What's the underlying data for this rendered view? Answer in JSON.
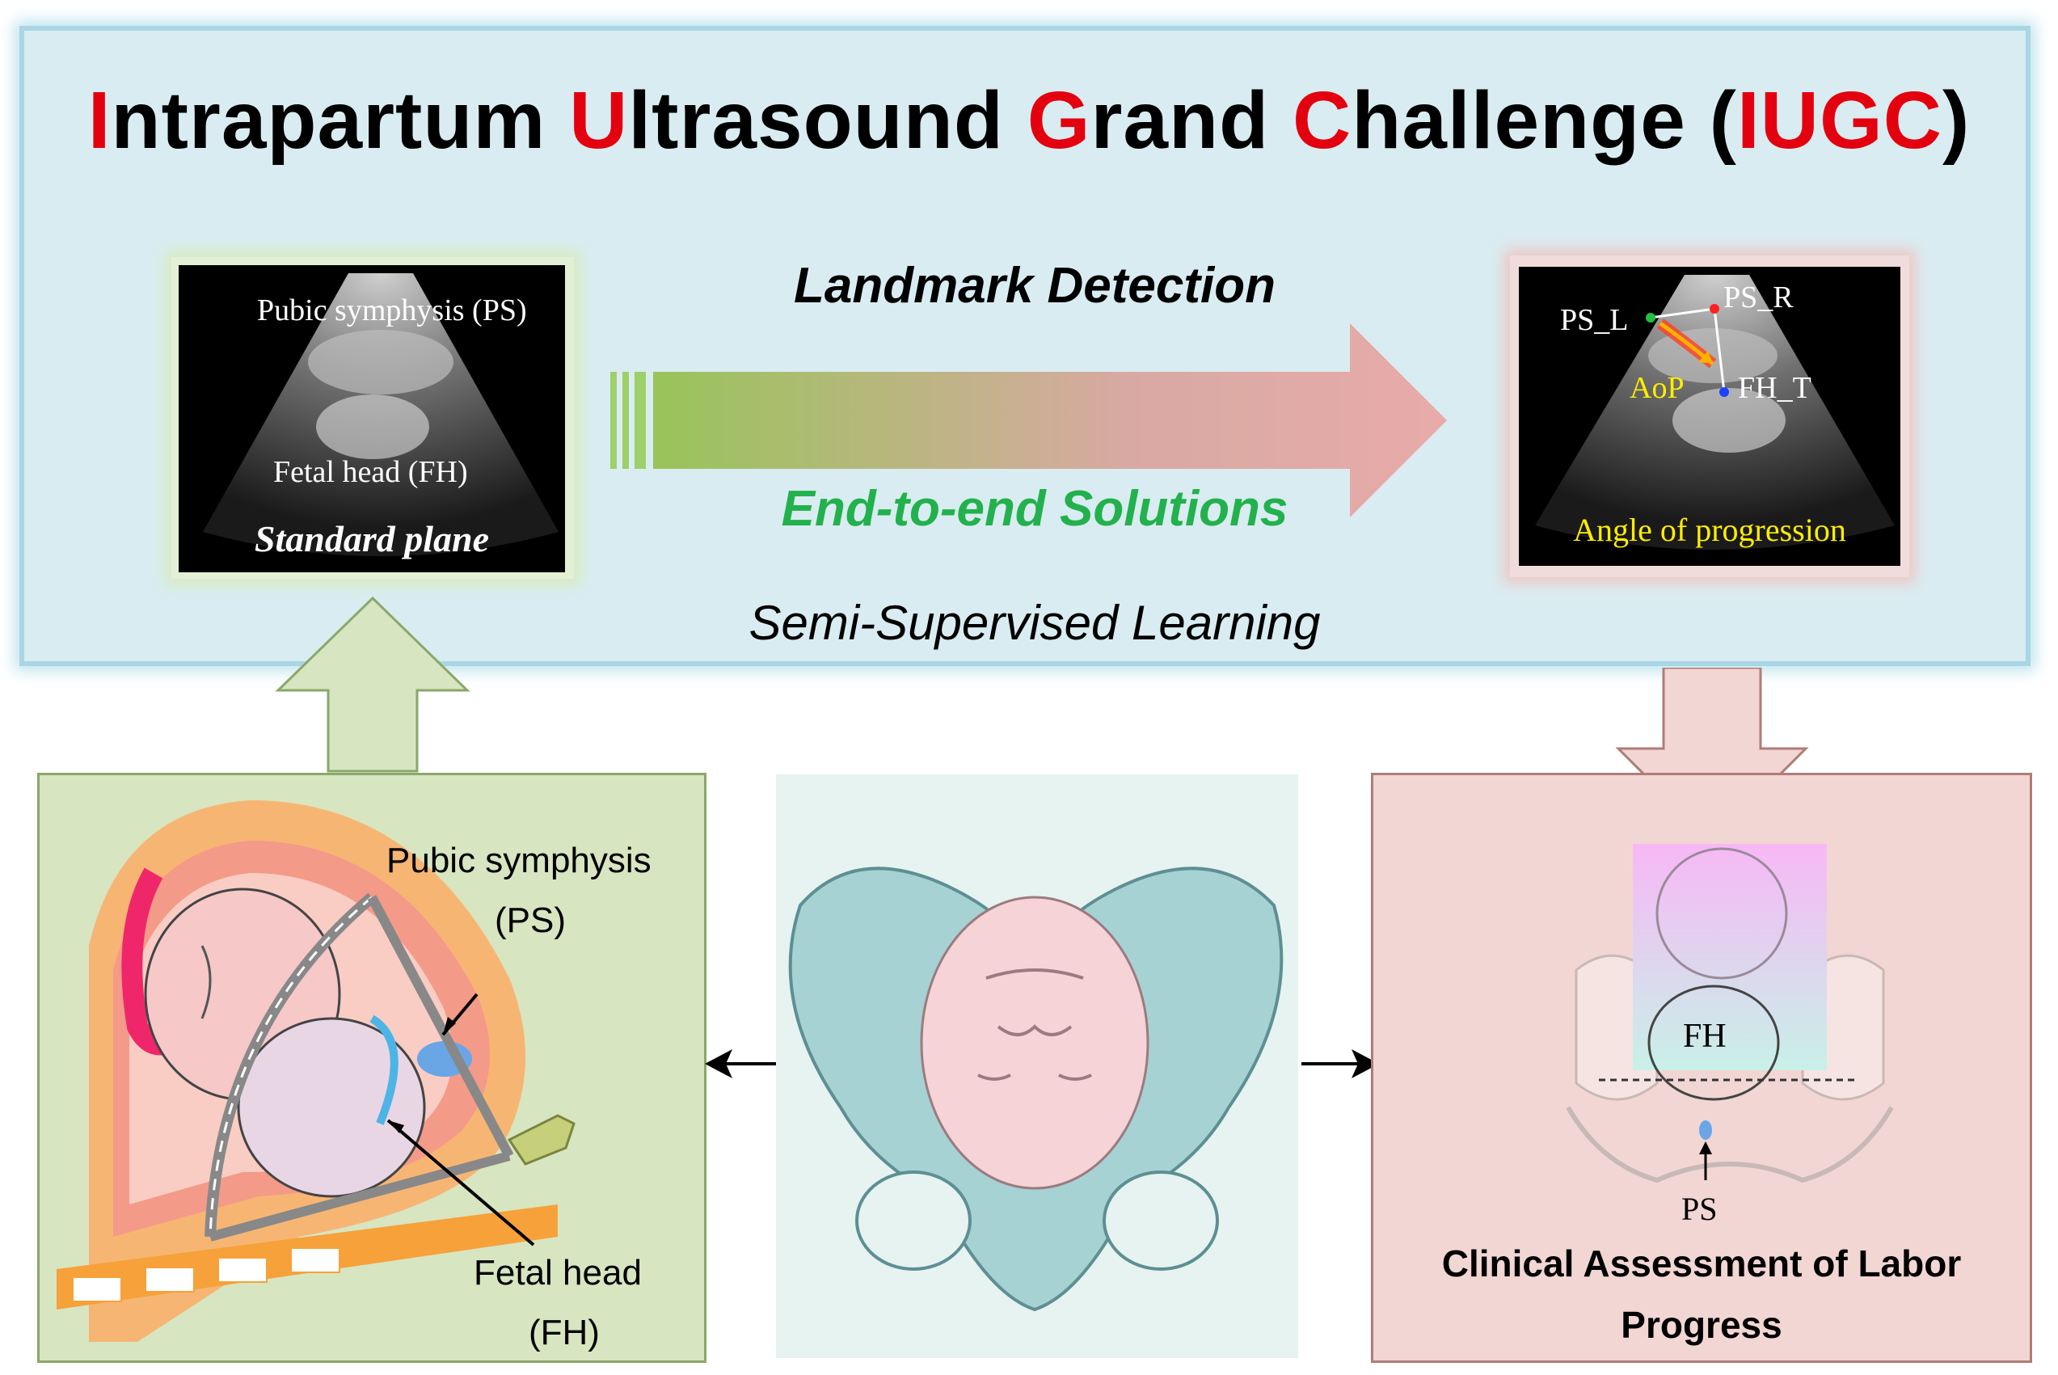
{
  "title": {
    "parts": [
      {
        "text": "I",
        "red": true
      },
      {
        "text": "ntrapartum ",
        "red": false
      },
      {
        "text": "U",
        "red": true
      },
      {
        "text": "ltrasound ",
        "red": false
      },
      {
        "text": "G",
        "red": true
      },
      {
        "text": "rand ",
        "red": false
      },
      {
        "text": "C",
        "red": true
      },
      {
        "text": "hallenge (",
        "red": false
      },
      {
        "text": "IUGC",
        "red": true
      },
      {
        "text": ")",
        "red": false
      }
    ]
  },
  "center": {
    "landmark_detection": "Landmark Detection",
    "end_to_end": "End-to-end Solutions",
    "semi_supervised": "Semi-Supervised Learning"
  },
  "left_us": {
    "ps_label": "Pubic symphysis (PS)",
    "fh_label": "Fetal head (FH)",
    "caption": "Standard plane"
  },
  "right_us": {
    "ps_l": "PS_L",
    "ps_r": "PS_R",
    "aop": "AoP",
    "fh_t": "FH_T",
    "caption": "Angle of progression"
  },
  "left_panel": {
    "ps_line1": "Pubic symphysis",
    "ps_line2": "(PS)",
    "fh_line1": "Fetal head",
    "fh_line2": "(FH)"
  },
  "right_panel": {
    "fh": "FH",
    "ps": "PS",
    "caption_line1": "Clinical Assessment of Labor",
    "caption_line2": "Progress"
  },
  "colors": {
    "accent_red": "#e3000f",
    "green_text": "#22b14c",
    "yellow_text": "#ffee00",
    "top_panel": "#d9ecf1",
    "left_panel": "#d7e5c0",
    "right_panel": "#f2d6d4"
  }
}
